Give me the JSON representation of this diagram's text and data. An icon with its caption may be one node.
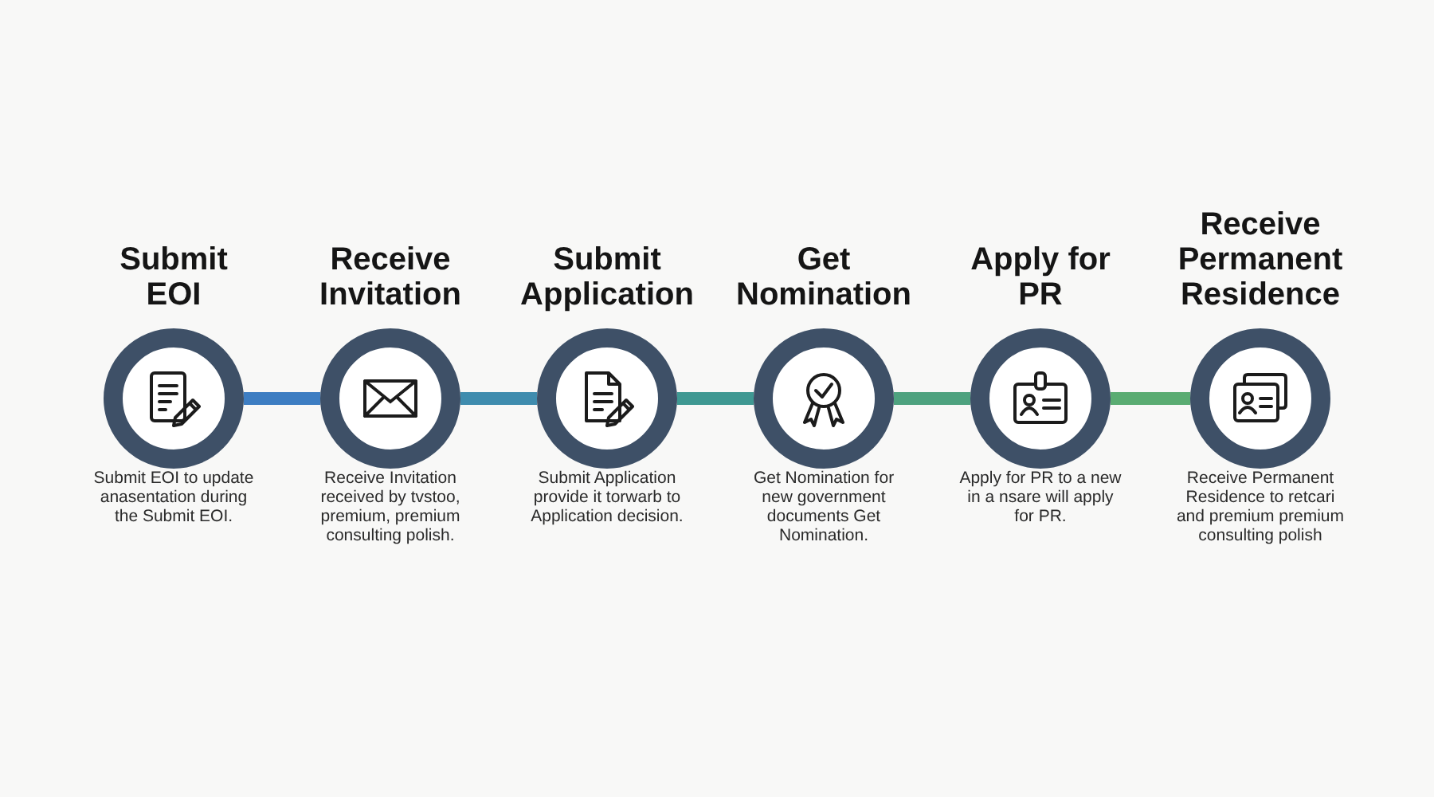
{
  "diagram": {
    "nodes": [
      {
        "text": [
          "Submit EOI"
        ],
        "beside": [
          "Submit EOI to update anasentation during the Submit EOI."
        ]
      },
      {
        "text": [
          "Receive Invitation"
        ],
        "beside": [
          "Receive Invitation received by tvstoo, premium, premium consulting polish."
        ]
      },
      {
        "text": [
          "Submit Application"
        ],
        "beside": [
          "Submit Application provide it torwarb to Application decision."
        ]
      },
      {
        "text": [
          "Get Nomination"
        ],
        "beside": [
          "Get Nomination for new government documents Get Nomination."
        ]
      },
      {
        "text": [
          "Apply for PR"
        ],
        "beside": [
          "Apply for PR to a new in a nsare will apply for PR."
        ]
      },
      {
        "text": [
          "Receive Permanent Residence"
        ],
        "beside": [
          "Receive Permanent Residence to retcari and premium premium consulting polish"
        ]
      }
    ],
    "edges": [
      {
        "from": 0,
        "to": 1,
        "arrow": "none",
        "color": "#3d7dc2"
      },
      {
        "from": 1,
        "to": 2,
        "arrow": "none",
        "color": "#3f8cae"
      },
      {
        "from": 2,
        "to": 3,
        "arrow": "none",
        "color": "#3f9892"
      },
      {
        "from": 3,
        "to": 4,
        "arrow": "none",
        "color": "#4ea27f"
      },
      {
        "from": 4,
        "to": 5,
        "arrow": "none",
        "color": "#5aac72"
      }
    ]
  }
}
